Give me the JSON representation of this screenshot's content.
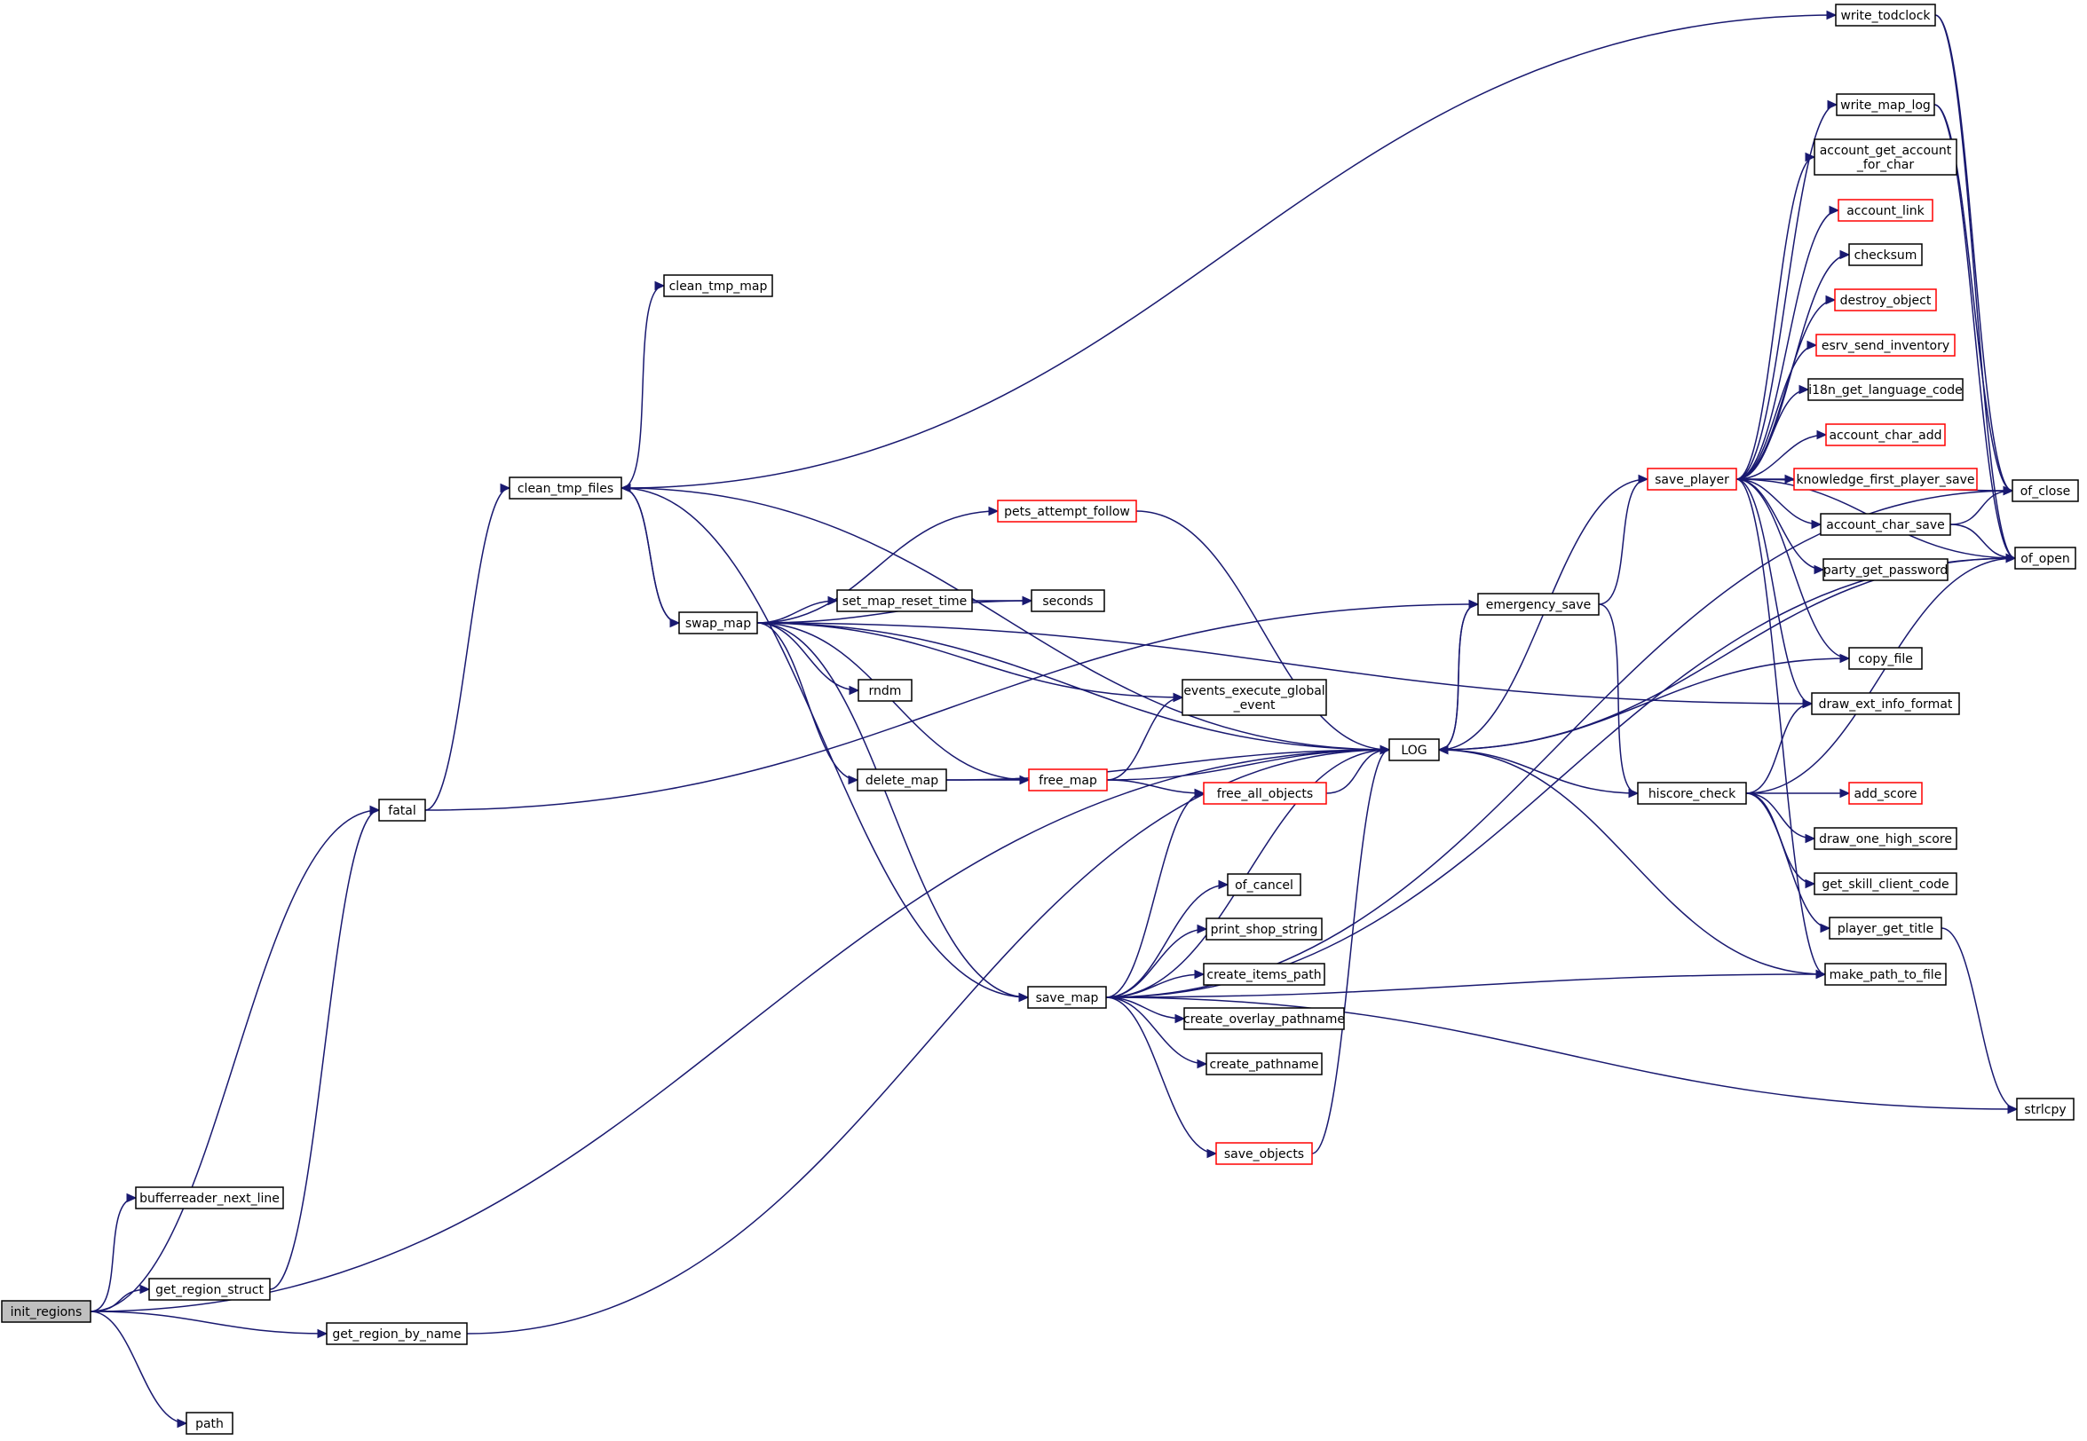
{
  "colors": {
    "edge": "#191970",
    "node_border": "#000000",
    "node_border_truncated": "#ff0000",
    "root_fill": "#bfbfbf",
    "node_fill": "#ffffff"
  },
  "nodes": [
    {
      "id": "init_regions",
      "label": "init_regions",
      "style": "root"
    },
    {
      "id": "bufferreader_next_line",
      "label": "bufferreader_next_line",
      "style": "normal"
    },
    {
      "id": "get_region_struct",
      "label": "get_region_struct",
      "style": "normal"
    },
    {
      "id": "get_region_by_name",
      "label": "get_region_by_name",
      "style": "normal"
    },
    {
      "id": "path",
      "label": "path",
      "style": "normal"
    },
    {
      "id": "fatal",
      "label": "fatal",
      "style": "normal"
    },
    {
      "id": "clean_tmp_files",
      "label": "clean_tmp_files",
      "style": "normal"
    },
    {
      "id": "clean_tmp_map",
      "label": "clean_tmp_map",
      "style": "normal"
    },
    {
      "id": "swap_map",
      "label": "swap_map",
      "style": "normal"
    },
    {
      "id": "pets_attempt_follow",
      "label": "pets_attempt_follow",
      "style": "red"
    },
    {
      "id": "set_map_reset_time",
      "label": "set_map_reset_time",
      "style": "normal"
    },
    {
      "id": "seconds",
      "label": "seconds",
      "style": "normal"
    },
    {
      "id": "rndm",
      "label": "rndm",
      "style": "normal"
    },
    {
      "id": "events_execute_global_event",
      "label": "events_execute_global\n_event",
      "style": "normal"
    },
    {
      "id": "delete_map",
      "label": "delete_map",
      "style": "normal"
    },
    {
      "id": "free_map",
      "label": "free_map",
      "style": "red"
    },
    {
      "id": "free_all_objects",
      "label": "free_all_objects",
      "style": "red"
    },
    {
      "id": "LOG",
      "label": "LOG",
      "style": "normal"
    },
    {
      "id": "save_map",
      "label": "save_map",
      "style": "normal"
    },
    {
      "id": "of_cancel",
      "label": "of_cancel",
      "style": "normal"
    },
    {
      "id": "print_shop_string",
      "label": "print_shop_string",
      "style": "normal"
    },
    {
      "id": "create_items_path",
      "label": "create_items_path",
      "style": "normal"
    },
    {
      "id": "create_overlay_pathname",
      "label": "create_overlay_pathname",
      "style": "normal"
    },
    {
      "id": "create_pathname",
      "label": "create_pathname",
      "style": "normal"
    },
    {
      "id": "save_objects",
      "label": "save_objects",
      "style": "red"
    },
    {
      "id": "emergency_save",
      "label": "emergency_save",
      "style": "normal"
    },
    {
      "id": "save_player",
      "label": "save_player",
      "style": "red"
    },
    {
      "id": "hiscore_check",
      "label": "hiscore_check",
      "style": "normal"
    },
    {
      "id": "write_todclock",
      "label": "write_todclock",
      "style": "normal"
    },
    {
      "id": "write_map_log",
      "label": "write_map_log",
      "style": "normal"
    },
    {
      "id": "account_get_account_for_char",
      "label": "account_get_account\n_for_char",
      "style": "normal"
    },
    {
      "id": "account_link",
      "label": "account_link",
      "style": "red"
    },
    {
      "id": "checksum",
      "label": "checksum",
      "style": "normal"
    },
    {
      "id": "destroy_object",
      "label": "destroy_object",
      "style": "red"
    },
    {
      "id": "esrv_send_inventory",
      "label": "esrv_send_inventory",
      "style": "red"
    },
    {
      "id": "i18n_get_language_code",
      "label": "i18n_get_language_code",
      "style": "normal"
    },
    {
      "id": "account_char_add",
      "label": "account_char_add",
      "style": "red"
    },
    {
      "id": "knowledge_first_player_save",
      "label": "knowledge_first_player_save",
      "style": "red"
    },
    {
      "id": "account_char_save",
      "label": "account_char_save",
      "style": "normal"
    },
    {
      "id": "party_get_password",
      "label": "party_get_password",
      "style": "normal"
    },
    {
      "id": "copy_file",
      "label": "copy_file",
      "style": "normal"
    },
    {
      "id": "draw_ext_info_format",
      "label": "draw_ext_info_format",
      "style": "normal"
    },
    {
      "id": "add_score",
      "label": "add_score",
      "style": "red"
    },
    {
      "id": "draw_one_high_score",
      "label": "draw_one_high_score",
      "style": "normal"
    },
    {
      "id": "get_skill_client_code",
      "label": "get_skill_client_code",
      "style": "normal"
    },
    {
      "id": "player_get_title",
      "label": "player_get_title",
      "style": "normal"
    },
    {
      "id": "make_path_to_file",
      "label": "make_path_to_file",
      "style": "normal"
    },
    {
      "id": "of_close",
      "label": "of_close",
      "style": "normal"
    },
    {
      "id": "of_open",
      "label": "of_open",
      "style": "normal"
    },
    {
      "id": "strlcpy",
      "label": "strlcpy",
      "style": "normal"
    }
  ],
  "edges": [
    [
      "init_regions",
      "bufferreader_next_line"
    ],
    [
      "init_regions",
      "fatal"
    ],
    [
      "init_regions",
      "get_region_struct"
    ],
    [
      "init_regions",
      "get_region_by_name"
    ],
    [
      "init_regions",
      "LOG"
    ],
    [
      "init_regions",
      "path"
    ],
    [
      "get_region_struct",
      "fatal"
    ],
    [
      "get_region_by_name",
      "LOG"
    ],
    [
      "fatal",
      "clean_tmp_files"
    ],
    [
      "fatal",
      "emergency_save"
    ],
    [
      "clean_tmp_files",
      "clean_tmp_map"
    ],
    [
      "clean_tmp_files",
      "swap_map"
    ],
    [
      "clean_tmp_files",
      "save_map"
    ],
    [
      "clean_tmp_files",
      "write_todclock"
    ],
    [
      "clean_tmp_files",
      "LOG"
    ],
    [
      "swap_map",
      "clean_tmp_files"
    ],
    [
      "swap_map",
      "pets_attempt_follow"
    ],
    [
      "swap_map",
      "set_map_reset_time"
    ],
    [
      "swap_map",
      "seconds"
    ],
    [
      "swap_map",
      "rndm"
    ],
    [
      "swap_map",
      "events_execute_global_event"
    ],
    [
      "swap_map",
      "delete_map"
    ],
    [
      "swap_map",
      "free_map"
    ],
    [
      "swap_map",
      "save_map"
    ],
    [
      "swap_map",
      "LOG"
    ],
    [
      "swap_map",
      "draw_ext_info_format"
    ],
    [
      "set_map_reset_time",
      "seconds"
    ],
    [
      "pets_attempt_follow",
      "LOG"
    ],
    [
      "delete_map",
      "free_map"
    ],
    [
      "delete_map",
      "LOG"
    ],
    [
      "free_map",
      "events_execute_global_event"
    ],
    [
      "free_map",
      "free_all_objects"
    ],
    [
      "free_map",
      "LOG"
    ],
    [
      "free_all_objects",
      "LOG"
    ],
    [
      "save_map",
      "free_all_objects"
    ],
    [
      "save_map",
      "of_cancel"
    ],
    [
      "save_map",
      "print_shop_string"
    ],
    [
      "save_map",
      "create_items_path"
    ],
    [
      "save_map",
      "create_overlay_pathname"
    ],
    [
      "save_map",
      "create_pathname"
    ],
    [
      "save_map",
      "save_objects"
    ],
    [
      "save_map",
      "LOG"
    ],
    [
      "save_map",
      "make_path_to_file"
    ],
    [
      "save_map",
      "of_close"
    ],
    [
      "save_map",
      "of_open"
    ],
    [
      "save_map",
      "strlcpy"
    ],
    [
      "save_objects",
      "LOG"
    ],
    [
      "LOG",
      "emergency_save"
    ],
    [
      "emergency_save",
      "LOG"
    ],
    [
      "emergency_save",
      "save_player"
    ],
    [
      "emergency_save",
      "hiscore_check"
    ],
    [
      "save_player",
      "LOG"
    ],
    [
      "save_player",
      "write_map_log"
    ],
    [
      "save_player",
      "account_get_account_for_char"
    ],
    [
      "save_player",
      "account_link"
    ],
    [
      "save_player",
      "checksum"
    ],
    [
      "save_player",
      "destroy_object"
    ],
    [
      "save_player",
      "esrv_send_inventory"
    ],
    [
      "save_player",
      "i18n_get_language_code"
    ],
    [
      "save_player",
      "account_char_add"
    ],
    [
      "save_player",
      "knowledge_first_player_save"
    ],
    [
      "save_player",
      "account_char_save"
    ],
    [
      "save_player",
      "party_get_password"
    ],
    [
      "save_player",
      "copy_file"
    ],
    [
      "save_player",
      "draw_ext_info_format"
    ],
    [
      "save_player",
      "make_path_to_file"
    ],
    [
      "save_player",
      "of_close"
    ],
    [
      "save_player",
      "of_open"
    ],
    [
      "hiscore_check",
      "LOG"
    ],
    [
      "hiscore_check",
      "add_score"
    ],
    [
      "hiscore_check",
      "draw_one_high_score"
    ],
    [
      "hiscore_check",
      "get_skill_client_code"
    ],
    [
      "hiscore_check",
      "player_get_title"
    ],
    [
      "hiscore_check",
      "draw_ext_info_format"
    ],
    [
      "hiscore_check",
      "of_open"
    ],
    [
      "copy_file",
      "LOG"
    ],
    [
      "write_todclock",
      "of_close"
    ],
    [
      "write_todclock",
      "of_open"
    ],
    [
      "write_map_log",
      "of_close"
    ],
    [
      "write_map_log",
      "of_open"
    ],
    [
      "account_char_save",
      "of_close"
    ],
    [
      "account_char_save",
      "of_open"
    ],
    [
      "make_path_to_file",
      "LOG"
    ],
    [
      "player_get_title",
      "strlcpy"
    ],
    [
      "of_open",
      "LOG"
    ]
  ]
}
